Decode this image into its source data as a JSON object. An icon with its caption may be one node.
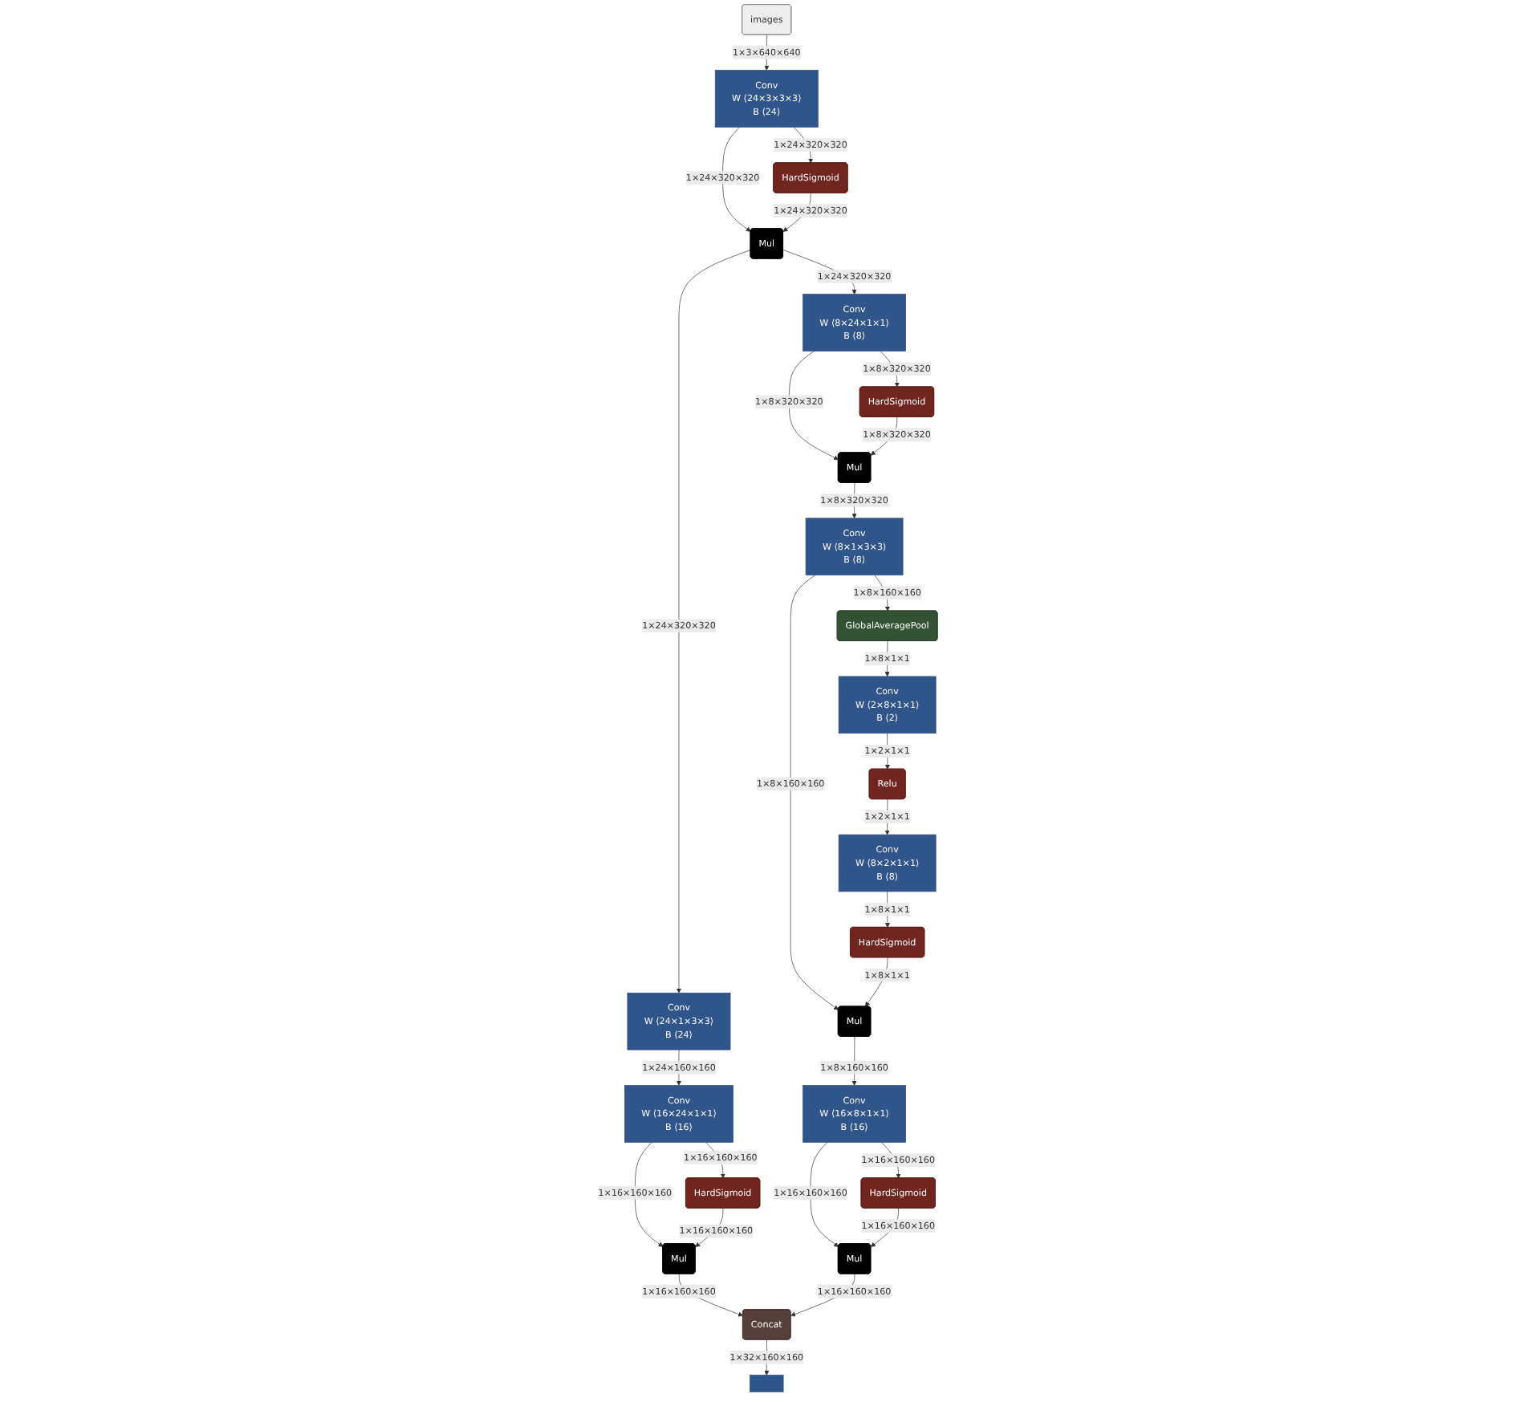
{
  "diagram": {
    "nodes": [
      {
        "text": [
          "images"
        ]
      },
      {
        "text": [
          "Conv",
          "W ⟨24×3×3×3⟩",
          "B ⟨24⟩"
        ]
      },
      {
        "text": [
          "HardSigmoid"
        ]
      },
      {
        "text": [
          "Mul"
        ]
      },
      {
        "text": [
          "Conv",
          "W ⟨8×24×1×1⟩",
          "B ⟨8⟩"
        ]
      },
      {
        "text": [
          "HardSigmoid"
        ]
      },
      {
        "text": [
          "Mul"
        ]
      },
      {
        "text": [
          "Conv",
          "W ⟨8×1×3×3⟩",
          "B ⟨8⟩"
        ]
      },
      {
        "text": [
          "GlobalAveragePool"
        ]
      },
      {
        "text": [
          "Conv",
          "W ⟨2×8×1×1⟩",
          "B ⟨2⟩"
        ]
      },
      {
        "text": [
          "Relu"
        ]
      },
      {
        "text": [
          "Conv",
          "W ⟨8×2×1×1⟩",
          "B ⟨8⟩"
        ]
      },
      {
        "text": [
          "HardSigmoid"
        ]
      },
      {
        "text": [
          "Mul"
        ]
      },
      {
        "text": [
          "Conv",
          "W ⟨24×1×3×3⟩",
          "B ⟨24⟩"
        ]
      },
      {
        "text": [
          "Conv",
          "W ⟨16×24×1×1⟩",
          "B ⟨16⟩"
        ]
      },
      {
        "text": [
          "HardSigmoid"
        ]
      },
      {
        "text": [
          "Mul"
        ]
      },
      {
        "text": [
          "Conv",
          "W ⟨16×8×1×1⟩",
          "B ⟨16⟩"
        ]
      },
      {
        "text": [
          "HardSigmoid"
        ]
      },
      {
        "text": [
          "Mul"
        ]
      },
      {
        "text": [
          "Concat"
        ]
      },
      {
        "text": [],
        "shape": "box"
      }
    ],
    "edges": [
      {
        "from": 0,
        "to": 1,
        "arrow": "to",
        "label": "1×3×640×640"
      },
      {
        "from": 1,
        "to": 3,
        "arrow": "to",
        "label": "1×24×320×320"
      },
      {
        "from": 1,
        "to": 2,
        "arrow": "to",
        "label": "1×24×320×320"
      },
      {
        "from": 2,
        "to": 3,
        "arrow": "to",
        "label": "1×24×320×320"
      },
      {
        "from": 3,
        "to": 14,
        "arrow": "to",
        "label": "1×24×320×320"
      },
      {
        "from": 3,
        "to": 4,
        "arrow": "to",
        "label": "1×24×320×320"
      },
      {
        "from": 4,
        "to": 6,
        "arrow": "to",
        "label": "1×8×320×320"
      },
      {
        "from": 4,
        "to": 5,
        "arrow": "to",
        "label": "1×8×320×320"
      },
      {
        "from": 5,
        "to": 6,
        "arrow": "to",
        "label": "1×8×320×320"
      },
      {
        "from": 6,
        "to": 7,
        "arrow": "to",
        "label": "1×8×320×320"
      },
      {
        "from": 7,
        "to": 13,
        "arrow": "to",
        "label": "1×8×160×160"
      },
      {
        "from": 7,
        "to": 8,
        "arrow": "to",
        "label": "1×8×160×160"
      },
      {
        "from": 8,
        "to": 9,
        "arrow": "to",
        "label": "1×8×1×1"
      },
      {
        "from": 9,
        "to": 10,
        "arrow": "to",
        "label": "1×2×1×1"
      },
      {
        "from": 10,
        "to": 11,
        "arrow": "to",
        "label": "1×2×1×1"
      },
      {
        "from": 11,
        "to": 12,
        "arrow": "to",
        "label": "1×8×1×1"
      },
      {
        "from": 12,
        "to": 13,
        "arrow": "to",
        "label": "1×8×1×1"
      },
      {
        "from": 14,
        "to": 15,
        "arrow": "to",
        "label": "1×24×160×160"
      },
      {
        "from": 13,
        "to": 18,
        "arrow": "to",
        "label": "1×8×160×160"
      },
      {
        "from": 15,
        "to": 17,
        "arrow": "to",
        "label": "1×16×160×160"
      },
      {
        "from": 15,
        "to": 16,
        "arrow": "to",
        "label": "1×16×160×160"
      },
      {
        "from": 16,
        "to": 17,
        "arrow": "to",
        "label": "1×16×160×160"
      },
      {
        "from": 18,
        "to": 20,
        "arrow": "to",
        "label": "1×16×160×160"
      },
      {
        "from": 18,
        "to": 19,
        "arrow": "to",
        "label": "1×16×160×160"
      },
      {
        "from": 19,
        "to": 20,
        "arrow": "to",
        "label": "1×16×160×160"
      },
      {
        "from": 17,
        "to": 21,
        "arrow": "to",
        "label": "1×16×160×160"
      },
      {
        "from": 20,
        "to": 21,
        "arrow": "to",
        "label": "1×16×160×160"
      },
      {
        "from": 21,
        "to": 22,
        "arrow": "to",
        "label": "1×32×160×160"
      }
    ]
  }
}
